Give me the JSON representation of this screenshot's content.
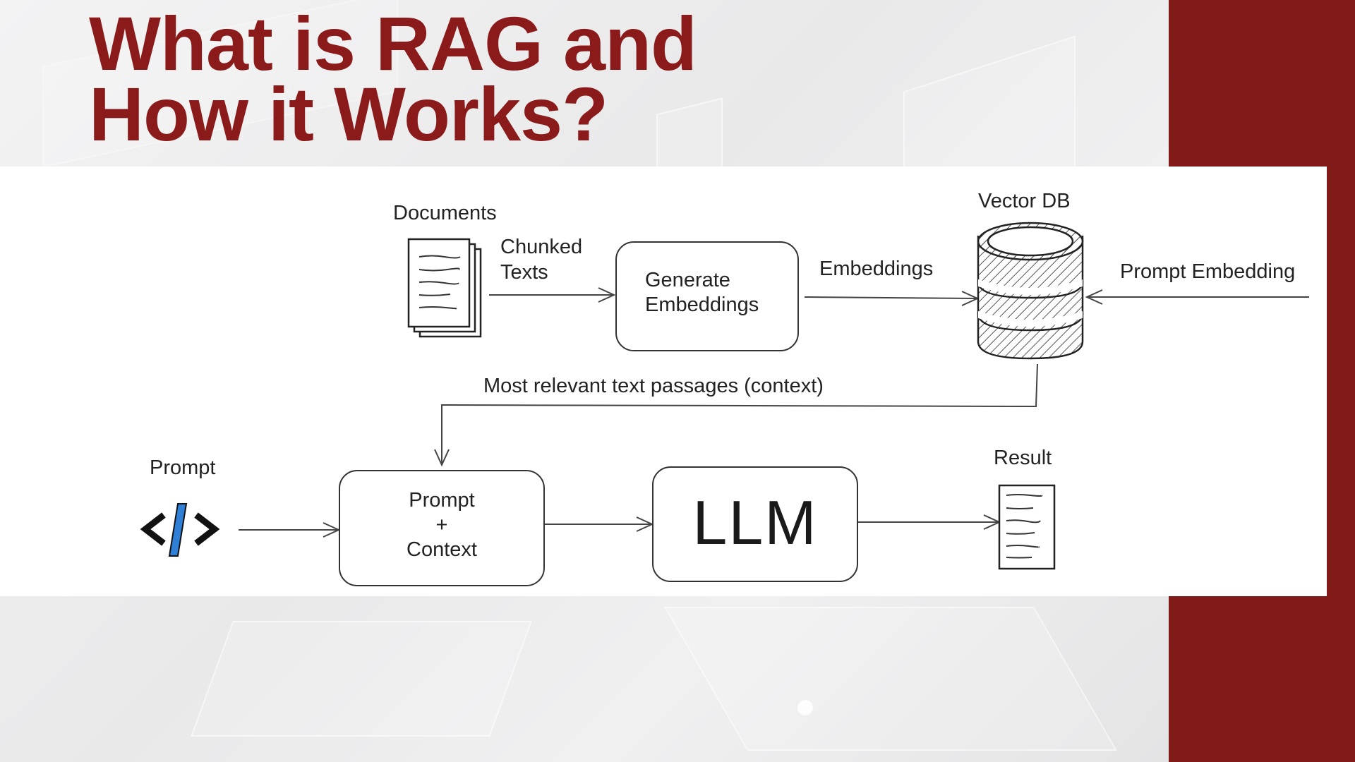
{
  "slide": {
    "title_line1": "What is RAG and",
    "title_line2": "How it Works?"
  },
  "colors": {
    "title": "#8b1a1a",
    "accent_band": "#831a1a",
    "panel": "#ffffff",
    "code_icon_blue": "#2f7fd6"
  },
  "diagram": {
    "documents_label": "Documents",
    "chunked_line1": "Chunked",
    "chunked_line2": "Texts",
    "generate_line1": "Generate",
    "generate_line2": "Embeddings",
    "embeddings_label": "Embeddings",
    "vector_db_label": "Vector DB",
    "prompt_embedding_label": "Prompt Embedding",
    "context_label": "Most relevant text passages (context)",
    "prompt_label": "Prompt",
    "prompt_box_line1": "Prompt",
    "prompt_box_line2": "+",
    "prompt_box_line3": "Context",
    "llm_label": "LLM",
    "result_label": "Result"
  }
}
